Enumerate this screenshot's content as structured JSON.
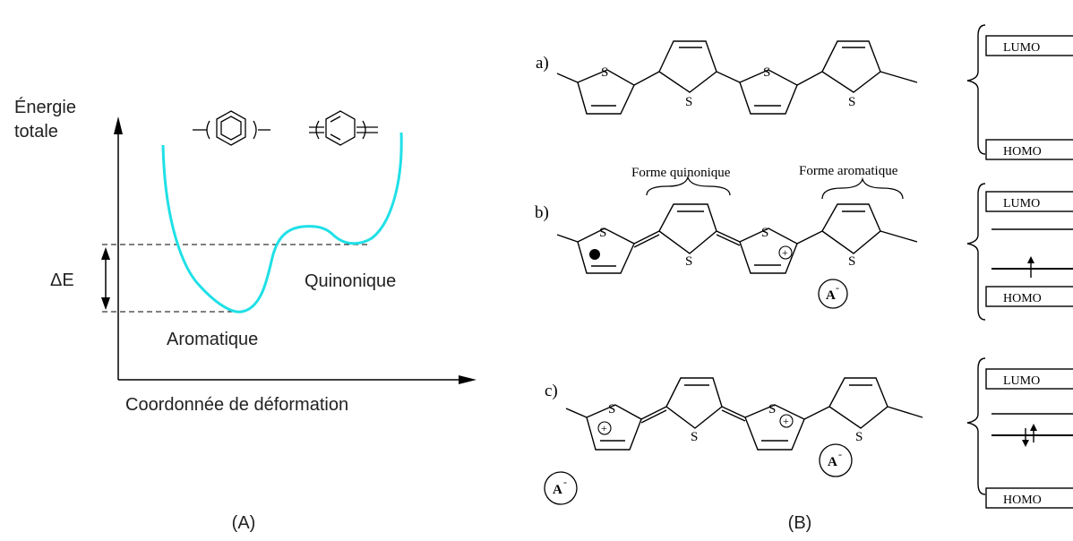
{
  "panel_a": {
    "caption": "(A)",
    "y_axis_label_line1": "Énergie",
    "y_axis_label_line2": "totale",
    "x_axis_label": "Coordonnée de déformation",
    "delta_label": "ΔE",
    "aromatic_label": "Aromatique",
    "quinonic_label": "Quinonique",
    "curve_color": "#1fe0e6"
  },
  "panel_b": {
    "caption": "(B)",
    "rows": [
      {
        "letter": "a)",
        "lumo": "LUMO",
        "homo": "HOMO"
      },
      {
        "letter": "b)",
        "lumo": "LUMO",
        "homo": "HOMO"
      },
      {
        "letter": "c)",
        "lumo": "LUMO",
        "homo": "HOMO"
      }
    ],
    "quinonic_form_label": "Forme quinonique",
    "aromatic_form_label": "Forme aromatique",
    "sulfur_label": "S",
    "plus_label": "+",
    "anion_label": "A",
    "anion_sup": "-"
  }
}
